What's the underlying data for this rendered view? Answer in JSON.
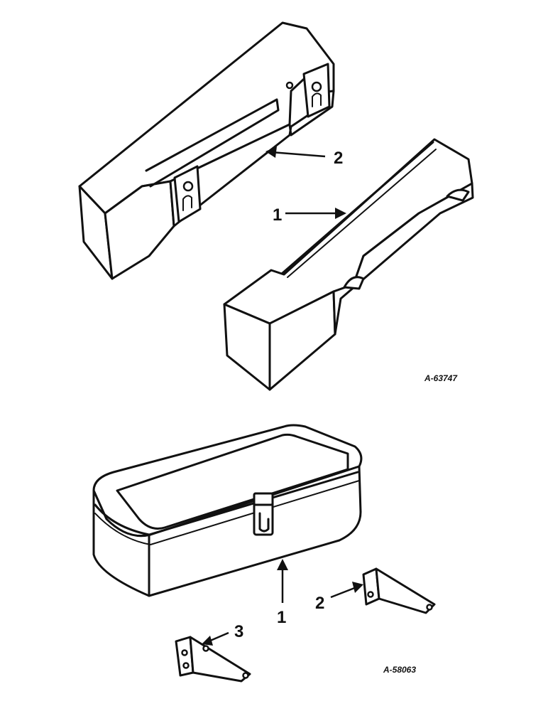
{
  "figures": [
    {
      "reference": "A-63747",
      "callouts": [
        "1",
        "2"
      ]
    },
    {
      "reference": "A-58063",
      "callouts": [
        "1",
        "2",
        "3"
      ]
    }
  ]
}
